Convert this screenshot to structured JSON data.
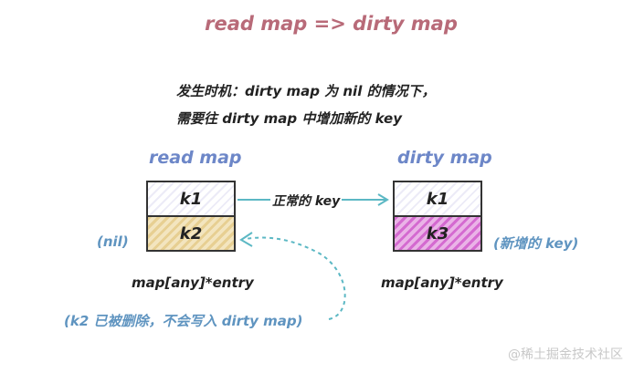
{
  "title": "read map => dirty map",
  "description": {
    "line1": "发生时机：dirty map 为 nil 的情况下，",
    "line2": "需要往 dirty map 中增加新的 key"
  },
  "read_map": {
    "label": "read map",
    "cells": [
      "k1",
      "k2"
    ],
    "type_label": "map[any]*entry",
    "side_note": "(nil)"
  },
  "dirty_map": {
    "label": "dirty map",
    "cells": [
      "k1",
      "k3"
    ],
    "type_label": "map[any]*entry",
    "side_note": "(新增的 key)"
  },
  "arrow_label": "正常的 key",
  "note": "(k2 已被删除，不会写入 dirty map)",
  "watermark": "@稀土掘金技术社区",
  "colors": {
    "title": "#b86a78",
    "map_label": "#6d87c8",
    "note": "#5f94c0",
    "arrow": "#5cb8c4",
    "k2_fill": "#e7cf92",
    "k3_fill": "#d46ad0"
  }
}
